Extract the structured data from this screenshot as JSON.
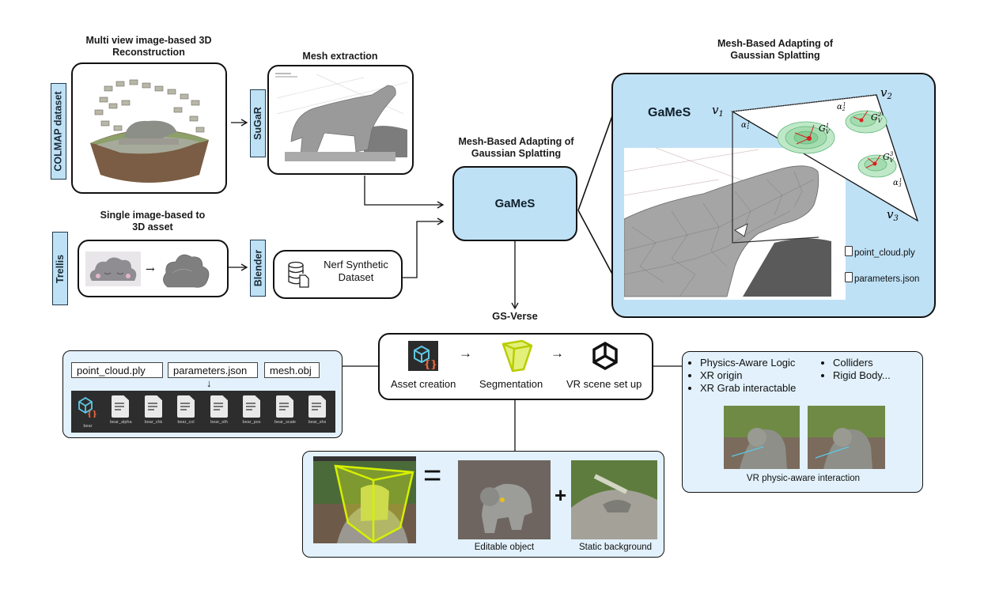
{
  "top_left": {
    "title": "Multi view image-based 3D Reconstruction",
    "title_line1": "Multi view image-based 3D",
    "title_line2": "Reconstruction",
    "source_label": "COLMAP dataset",
    "method_label": "SuGaR",
    "mesh_title": "Mesh extraction"
  },
  "single_image": {
    "title_line1": "Single image-based to",
    "title_line2": "3D asset",
    "source_label": "Trellis",
    "tool_label": "Blender",
    "dataset_line1": "Nerf Synthetic",
    "dataset_line2": "Dataset"
  },
  "games_center": {
    "title_line1": "Mesh-Based Adapting of",
    "title_line2": "Gaussian Splatting",
    "label": "GaMeS"
  },
  "games_detail": {
    "title_line1": "Mesh-Based Adapting of",
    "title_line2": "Gaussian Splatting",
    "label": "GaMeS",
    "vertices": [
      "v1",
      "v2",
      "v3"
    ],
    "gaussians": [
      "G_V^1",
      "G_V^2",
      "G_V^3"
    ],
    "alphas": [
      "α_1^1",
      "α_2^1",
      "α_3^1"
    ],
    "files": [
      "point_cloud.ply",
      "parameters.json"
    ]
  },
  "gsverse": {
    "title": "GS-Verse",
    "steps": [
      {
        "label": "Asset creation",
        "icon": "asset-cube-icon"
      },
      {
        "label": "Segmentation",
        "icon": "segmentation-box-icon"
      },
      {
        "label": "VR scene set up",
        "icon": "unity-logo-icon"
      }
    ],
    "arrow": "→"
  },
  "asset_panel": {
    "files": [
      "point_cloud.ply",
      "parameters.json",
      "mesh.obj"
    ],
    "assets": [
      "bear",
      "bear_alpha",
      "bear_chk",
      "bear_col",
      "bear_oth",
      "bear_pos",
      "bear_scale",
      "bear_shs"
    ]
  },
  "vr_panel": {
    "bullets_left": [
      "Physics-Aware Logic",
      "XR origin",
      "XR Grab interactable"
    ],
    "bullets_right": [
      "Colliders",
      "Rigid Body..."
    ],
    "caption": "VR physic-aware interaction"
  },
  "segmentation_panel": {
    "equals": "=",
    "plus": "+",
    "object_caption": "Editable object",
    "background_caption": "Static background"
  },
  "colors": {
    "accent_blue": "#bfe1f6",
    "panel_light_blue": "#e2f1fb",
    "seg_yellow": "#c8e000",
    "asset_cyan": "#5ec8e6",
    "asset_orange": "#f06a3b"
  }
}
